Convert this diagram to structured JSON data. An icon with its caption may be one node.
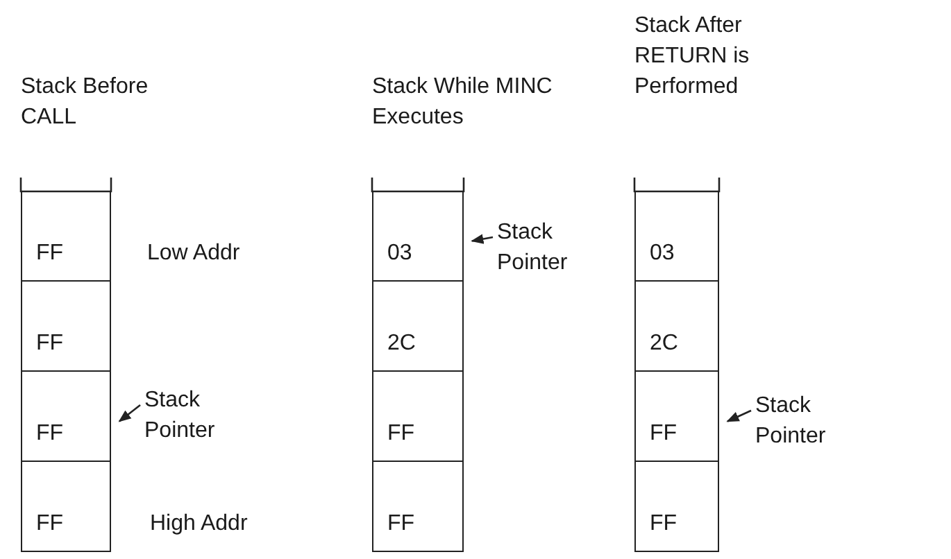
{
  "diagram": {
    "nodes": [
      {
        "text": [
          "FF"
        ]
      },
      {
        "text": [
          "FF"
        ]
      },
      {
        "text": [
          "FF"
        ]
      },
      {
        "text": [
          "FF"
        ]
      },
      {
        "text": [
          "Stack Pointer"
        ]
      },
      {
        "text": [
          "03"
        ]
      },
      {
        "text": [
          "2C"
        ]
      },
      {
        "text": [
          "FF"
        ]
      },
      {
        "text": [
          "FF"
        ]
      },
      {
        "text": [
          "Stack Pointer"
        ]
      },
      {
        "text": [
          "03"
        ]
      },
      {
        "text": [
          "2C"
        ]
      },
      {
        "text": [
          "FF"
        ]
      },
      {
        "text": [
          "FF"
        ]
      },
      {
        "text": [
          "Stack Pointer"
        ]
      }
    ],
    "edges": [
      {
        "from": 4,
        "to": 2,
        "arrow": "to"
      },
      {
        "from": 9,
        "to": 5,
        "arrow": "to"
      },
      {
        "from": 14,
        "to": 12,
        "arrow": "to"
      }
    ],
    "labels": [
      "Stack After RETURN is Performed",
      "Stack Before CALL",
      "Stack While MINC Executes",
      "Low Addr",
      "High Addr"
    ]
  }
}
